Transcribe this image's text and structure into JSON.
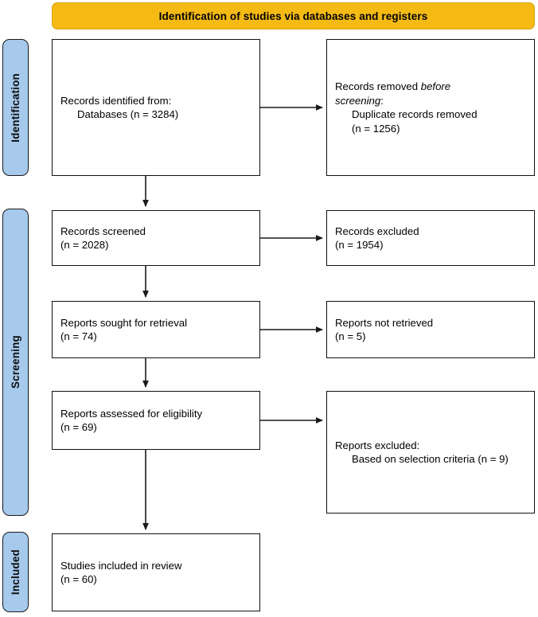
{
  "header": {
    "title": "Identification of studies via databases and registers",
    "color": "#F5BA14"
  },
  "stages": {
    "identification": "Identification",
    "screening": "Screening",
    "included": "Included",
    "color": "#A6C9EC"
  },
  "boxes": {
    "identified": {
      "line1": "Records identified from:",
      "line2": "Databases (n = 3284)"
    },
    "removed": {
      "line1_prefix": "Records removed ",
      "line1_italic": "before",
      "line2_italic": "screening",
      "line2_suffix": ":",
      "line3": "Duplicate records removed",
      "line4": "(n = 1256)"
    },
    "screened": {
      "line1": "Records screened",
      "line2": "(n = 2028)"
    },
    "records_excluded": {
      "line1": "Records excluded",
      "line2": "(n = 1954)"
    },
    "sought": {
      "line1": "Reports sought for retrieval",
      "line2": "(n = 74)"
    },
    "not_retrieved": {
      "line1": "Reports not retrieved",
      "line2": "(n = 5)"
    },
    "assessed": {
      "line1": "Reports assessed for eligibility",
      "line2": "(n = 69)"
    },
    "reports_excluded": {
      "line1": "Reports excluded:",
      "line2": "Based on selection criteria (n = 9)"
    },
    "included_review": {
      "line1": "Studies included in review",
      "line2": "(n = 60)"
    }
  },
  "chart_data": {
    "type": "flowchart",
    "title": "Identification of studies via databases and registers",
    "stages": [
      "Identification",
      "Screening",
      "Included"
    ],
    "nodes": [
      {
        "id": "identified",
        "stage": "Identification",
        "label": "Records identified from: Databases",
        "n": 3284,
        "column": "left"
      },
      {
        "id": "removed",
        "stage": "Identification",
        "label": "Records removed before screening: Duplicate records removed",
        "n": 1256,
        "column": "right"
      },
      {
        "id": "screened",
        "stage": "Screening",
        "label": "Records screened",
        "n": 2028,
        "column": "left"
      },
      {
        "id": "records_excluded",
        "stage": "Screening",
        "label": "Records excluded",
        "n": 1954,
        "column": "right"
      },
      {
        "id": "sought",
        "stage": "Screening",
        "label": "Reports sought for retrieval",
        "n": 74,
        "column": "left"
      },
      {
        "id": "not_retrieved",
        "stage": "Screening",
        "label": "Reports not retrieved",
        "n": 5,
        "column": "right"
      },
      {
        "id": "assessed",
        "stage": "Screening",
        "label": "Reports assessed for eligibility",
        "n": 69,
        "column": "left"
      },
      {
        "id": "reports_excluded",
        "stage": "Screening",
        "label": "Reports excluded: Based on selection criteria",
        "n": 9,
        "column": "right"
      },
      {
        "id": "included_review",
        "stage": "Included",
        "label": "Studies included in review",
        "n": 60,
        "column": "left"
      }
    ],
    "edges": [
      {
        "from": "identified",
        "to": "removed",
        "direction": "right"
      },
      {
        "from": "identified",
        "to": "screened",
        "direction": "down"
      },
      {
        "from": "screened",
        "to": "records_excluded",
        "direction": "right"
      },
      {
        "from": "screened",
        "to": "sought",
        "direction": "down"
      },
      {
        "from": "sought",
        "to": "not_retrieved",
        "direction": "right"
      },
      {
        "from": "sought",
        "to": "assessed",
        "direction": "down"
      },
      {
        "from": "assessed",
        "to": "reports_excluded",
        "direction": "right"
      },
      {
        "from": "assessed",
        "to": "included_review",
        "direction": "down"
      }
    ]
  }
}
